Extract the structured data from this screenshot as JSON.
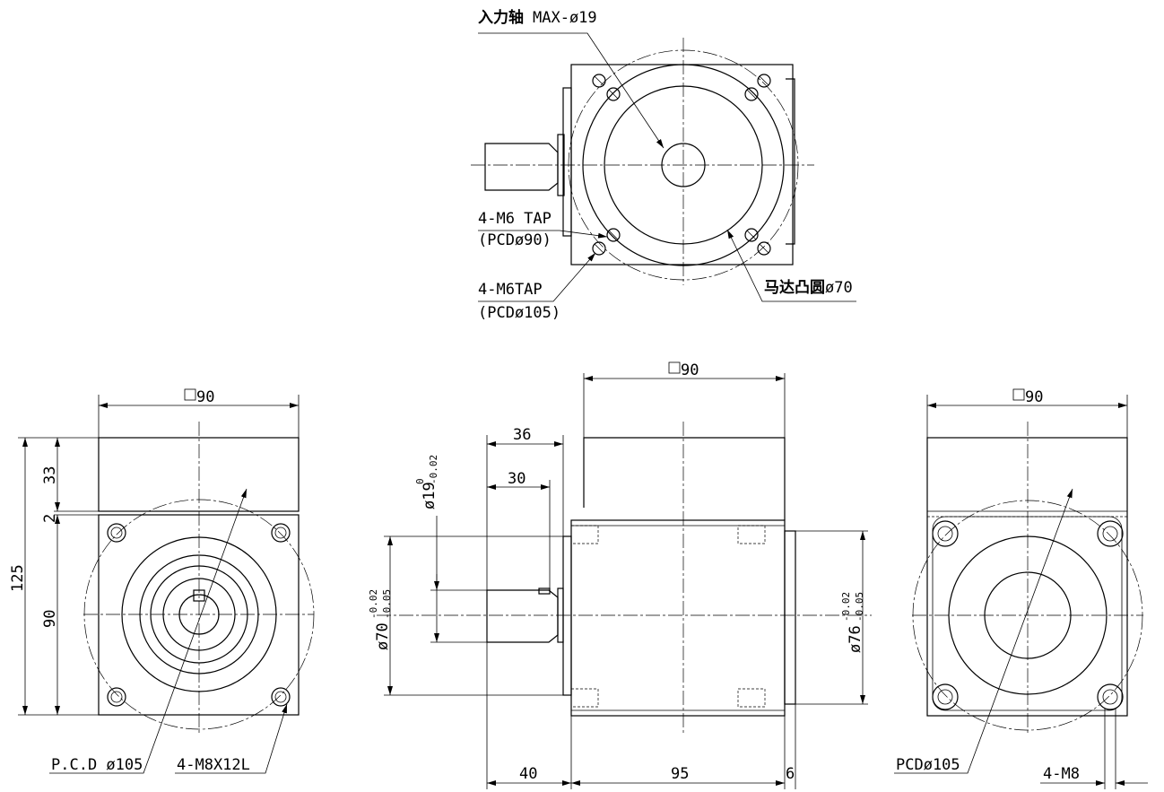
{
  "top_view": {
    "input_shaft_cn": "入力轴",
    "input_shaft_spec": "MAX-ø19",
    "tap_inner": "4-M6 TAP",
    "pcd_inner": "(PCDø90)",
    "tap_outer": "4-M6TAP",
    "pcd_outer": "(PCDø105)",
    "motor_boss_cn": "马达凸圆",
    "motor_boss_dia": "ø70"
  },
  "left_view": {
    "width": "90",
    "height_total": "125",
    "height_body": "90",
    "dim_33": "33",
    "dim_2": "2",
    "pcd": "P.C.D ø105",
    "holes": "4-M8X12L"
  },
  "middle_view": {
    "width": "90",
    "dim_36": "36",
    "dim_30": "30",
    "shaft_dia": "ø19",
    "shaft_tol_upper": "0",
    "shaft_tol_lower": "-0.02",
    "spigot_dia": "ø70",
    "spigot_tol_upper": "-0.02",
    "spigot_tol_lower": "-0.05",
    "motor_dia": "ø76",
    "motor_tol_upper": "-0.02",
    "motor_tol_lower": "-0.05",
    "dim_40": "40",
    "dim_95": "95",
    "dim_6": "6"
  },
  "right_view": {
    "width": "90",
    "pcd": "PCDø105",
    "holes": "4-M8"
  }
}
